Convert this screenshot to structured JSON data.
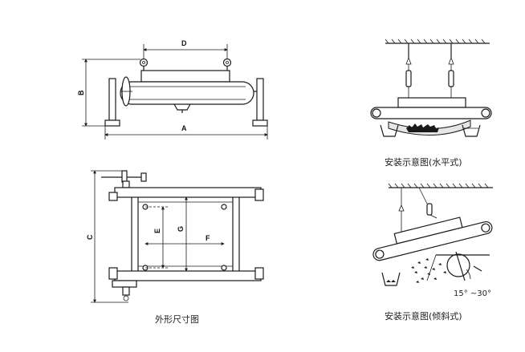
{
  "dimensions": {
    "a": "A",
    "b": "B",
    "c": "C",
    "d": "D",
    "e": "E",
    "f": "F",
    "g": "G"
  },
  "captions": {
    "outline": "外形尺寸图",
    "horizontal": "安装示意图(水平式)",
    "inclined": "安装示意图(倾斜式)"
  },
  "angle_label": "15° ~30°"
}
